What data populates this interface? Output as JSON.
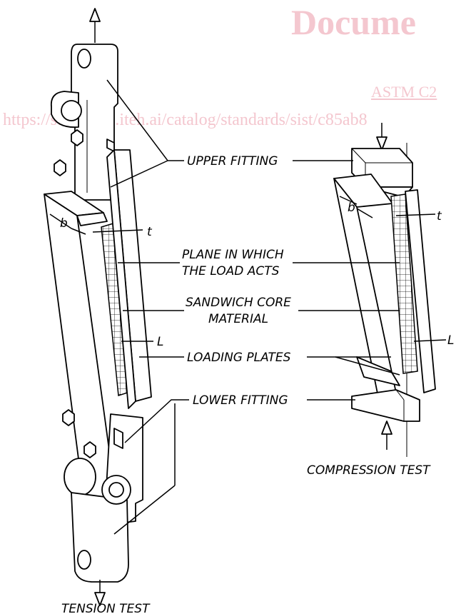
{
  "watermark": {
    "big_text": "Docume",
    "standard_link": "ASTM C2",
    "url_text": "https://standards.iteh.ai/catalog/standards/sist/c85ab8"
  },
  "labels": {
    "upper_fitting": "UPPER FITTING",
    "plane_line1": "PLANE IN WHICH",
    "plane_line2": "THE LOAD ACTS",
    "core_line1": "SANDWICH CORE",
    "core_line2": "MATERIAL",
    "loading_plates": "LOADING PLATES",
    "lower_fitting": "LOWER FITTING",
    "tension_test": "TENSION TEST",
    "compression_test": "COMPRESSION TEST",
    "dim_b": "b",
    "dim_t": "t",
    "dim_L": "L"
  },
  "colors": {
    "watermark": "#f4c7cf",
    "ink": "#000000"
  }
}
